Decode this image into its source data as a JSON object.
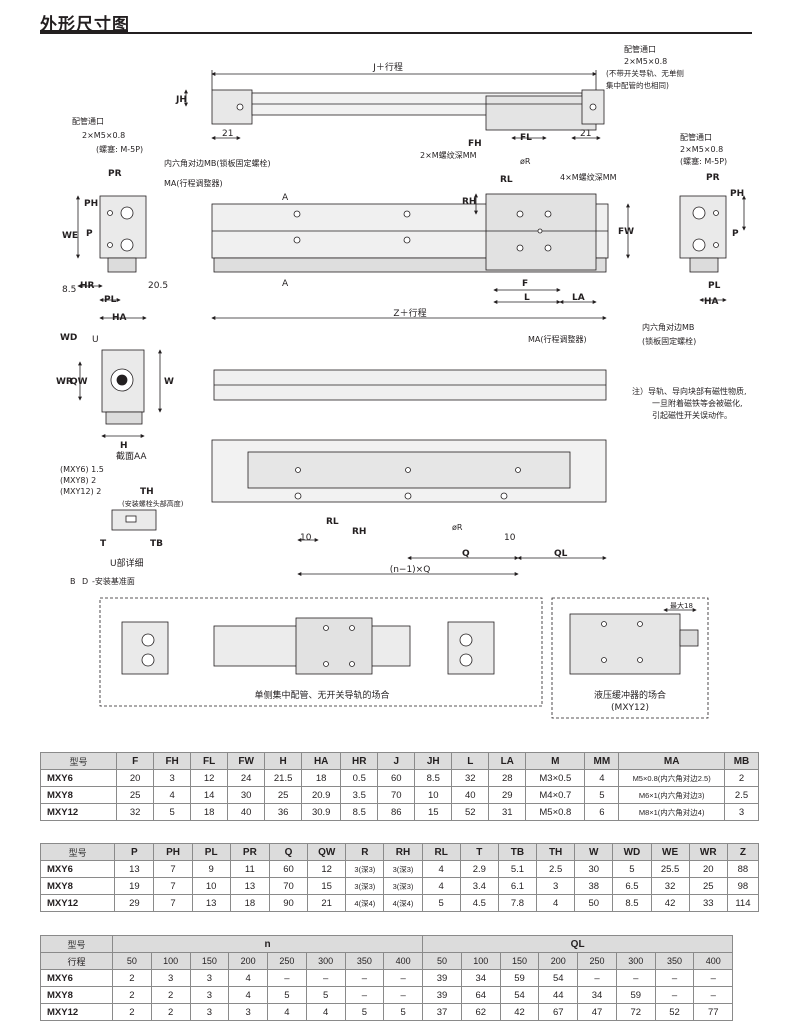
{
  "title": "外形尺寸图",
  "drawing": {
    "labels": {
      "j_stroke": "J＋行程",
      "jh": "JH",
      "l21a": "21",
      "l21b": "21",
      "fh": "FH",
      "fl": "FL",
      "port_top_1": "配管通口",
      "port_top_2": "2×M5×0.8",
      "port_top_3": "(不带开关导轨、无单侧",
      "port_top_4": "集中配管的也相同)",
      "port_left_1": "配管通口",
      "port_left_2": "2×M5×0.8",
      "port_left_3": "(螺塞: M-5P)",
      "hex_mb_left": "内六角对边MB(锁板固定螺栓)",
      "ma_left": "MA(行程调整器)",
      "pr": "PR",
      "ph": "PH",
      "p": "P",
      "we": "WE",
      "hr": "HR",
      "pl": "PL",
      "ha": "HA",
      "v85": "8.5",
      "v205": "20.5",
      "mm_thread": "2×M螺纹深MM",
      "or_top": "øR",
      "rh": "RH",
      "rl": "RL",
      "m4": "4×M螺纹深MM",
      "fw": "FW",
      "f": "F",
      "l": "L",
      "la": "LA",
      "z_stroke": "Z＋行程",
      "a_mark1": "A",
      "a_mark2": "A",
      "ma_bottom": "MA(行程调整器)",
      "hex_mb_right_1": "内六角对边MB",
      "hex_mb_right_2": "(锁板固定螺栓)",
      "port_right_1": "配管通口",
      "port_right_2": "2×M5×0.8",
      "port_right_3": "(螺塞: M-5P)",
      "note_1": "注）导轨、导向块部有磁性物质,",
      "note_2": "一旦附着磁铁等会被磁化,",
      "note_3": "引起磁性开关误动作。",
      "wd": "WD",
      "u": "U",
      "wr": "WR",
      "qw": "QW",
      "w": "W",
      "h": "H",
      "section_aa": "截面AA",
      "u_mxy6": "(MXY6)  1.5",
      "u_mxy8": "(MXY8)  2",
      "u_mxy12": "(MXY12) 2",
      "th": "TH",
      "th_note": "(安装螺栓头部高度)",
      "t": "T",
      "tb": "TB",
      "u_detail": "U部详细",
      "datum_b": "B",
      "datum_d": "D",
      "datum_text": "-安装基准面",
      "ten_a": "10",
      "ten_b": "10",
      "q": "Q",
      "ql": "QL",
      "nq": "(n−1)×Q",
      "single_port": "单侧集中配管、无开关导轨的场合",
      "shock_1": "液压缓冲器的场合",
      "shock_2": "(MXY12)",
      "max18": "最大18"
    }
  },
  "table1": {
    "headers": [
      "型号",
      "F",
      "FH",
      "FL",
      "FW",
      "H",
      "HA",
      "HR",
      "J",
      "JH",
      "L",
      "LA",
      "M",
      "MM",
      "MA",
      "MB"
    ],
    "rows": [
      [
        "MXY6",
        "20",
        "3",
        "12",
        "24",
        "21.5",
        "18",
        "0.5",
        "60",
        "8.5",
        "32",
        "28",
        "M3×0.5",
        "4",
        "M5×0.8(内六角对边2.5)",
        "2"
      ],
      [
        "MXY8",
        "25",
        "4",
        "14",
        "30",
        "25",
        "20.9",
        "3.5",
        "70",
        "10",
        "40",
        "29",
        "M4×0.7",
        "5",
        "M6×1(内六角对边3)",
        "2.5"
      ],
      [
        "MXY12",
        "32",
        "5",
        "18",
        "40",
        "36",
        "30.9",
        "8.5",
        "86",
        "15",
        "52",
        "31",
        "M5×0.8",
        "6",
        "M8×1(内六角对边4)",
        "3"
      ]
    ]
  },
  "table2": {
    "headers": [
      "型号",
      "P",
      "PH",
      "PL",
      "PR",
      "Q",
      "QW",
      "R",
      "RH",
      "RL",
      "T",
      "TB",
      "TH",
      "W",
      "WD",
      "WE",
      "WR",
      "Z"
    ],
    "rows": [
      [
        "MXY6",
        "13",
        "7",
        "9",
        "11",
        "60",
        "12",
        "3(深3)",
        "3(深3)",
        "4",
        "2.9",
        "5.1",
        "2.5",
        "30",
        "5",
        "25.5",
        "20",
        "88"
      ],
      [
        "MXY8",
        "19",
        "7",
        "10",
        "13",
        "70",
        "15",
        "3(深3)",
        "3(深3)",
        "4",
        "3.4",
        "6.1",
        "3",
        "38",
        "6.5",
        "32",
        "25",
        "98"
      ],
      [
        "MXY12",
        "29",
        "7",
        "13",
        "18",
        "90",
        "21",
        "4(深4)",
        "4(深4)",
        "5",
        "4.5",
        "7.8",
        "4",
        "50",
        "8.5",
        "42",
        "33",
        "114"
      ]
    ]
  },
  "table3": {
    "model_label": "型号",
    "n_label": "n",
    "ql_label": "QL",
    "stroke_label": "行程",
    "strokes": [
      "50",
      "100",
      "150",
      "200",
      "250",
      "300",
      "350",
      "400"
    ],
    "rows": [
      {
        "model": "MXY6",
        "n": [
          "2",
          "3",
          "3",
          "4",
          "–",
          "–",
          "–",
          "–"
        ],
        "ql": [
          "39",
          "34",
          "59",
          "54",
          "–",
          "–",
          "–",
          "–"
        ]
      },
      {
        "model": "MXY8",
        "n": [
          "2",
          "2",
          "3",
          "4",
          "5",
          "5",
          "–",
          "–"
        ],
        "ql": [
          "39",
          "64",
          "54",
          "44",
          "34",
          "59",
          "–",
          "–"
        ]
      },
      {
        "model": "MXY12",
        "n": [
          "2",
          "2",
          "3",
          "3",
          "4",
          "4",
          "5",
          "5"
        ],
        "ql": [
          "37",
          "62",
          "42",
          "67",
          "47",
          "72",
          "52",
          "77"
        ]
      }
    ]
  }
}
